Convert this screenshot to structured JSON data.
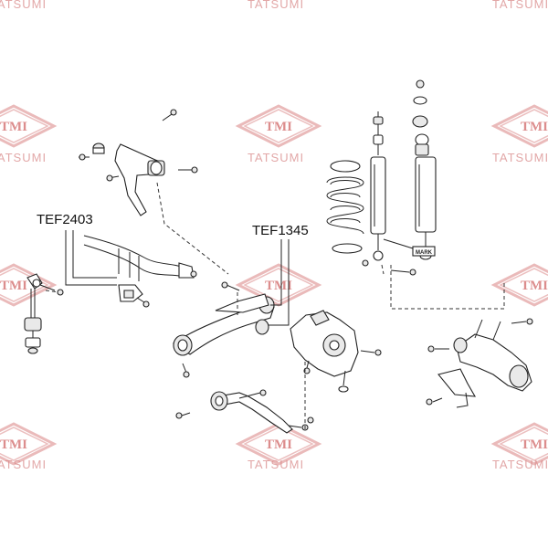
{
  "labels": {
    "stabilizer_link": "TEF2403",
    "arm_bushing": "TEF1345",
    "shock_mark": "MARK"
  },
  "watermark": {
    "logo": "TMI",
    "brand": "TATSUMI",
    "color": "#d98a8a"
  }
}
